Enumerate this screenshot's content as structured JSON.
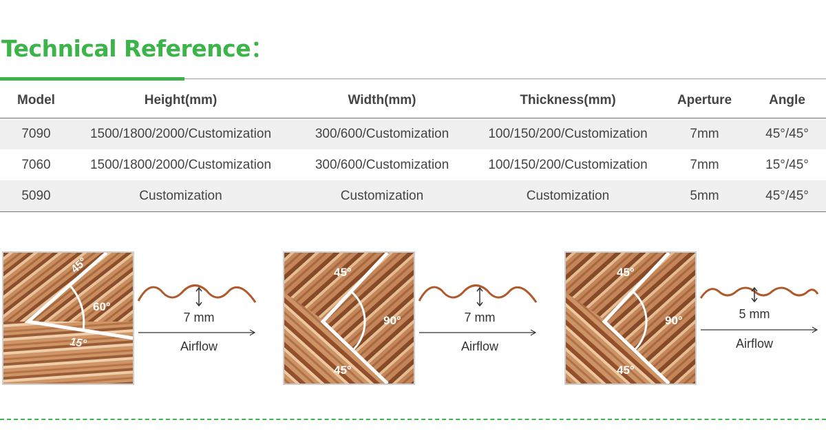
{
  "page": {
    "title": "Technical Reference："
  },
  "table": {
    "headers": [
      "Model",
      "Height(mm)",
      "Width(mm)",
      "Thickness(mm)",
      "Aperture",
      "Angle"
    ],
    "rows": [
      [
        "7090",
        "1500/1800/2000/Customization",
        "300/600/Customization",
        "100/150/200/Customization",
        "7mm",
        "45°/45°"
      ],
      [
        "7060",
        "1500/1800/2000/Customization",
        "300/600/Customization",
        "100/150/200/Customization",
        "7mm",
        "15°/45°"
      ],
      [
        "5090",
        "Customization",
        "Customization",
        "Customization",
        "5mm",
        "45°/45°"
      ]
    ]
  },
  "cards": [
    {
      "angle_top": "45°",
      "angle_mid": "60°",
      "angle_bottom": "15°",
      "pitch": "7 mm",
      "flow": "Airflow"
    },
    {
      "angle_top": "45°",
      "angle_mid": "90°",
      "angle_bottom": "45°",
      "pitch": "7 mm",
      "flow": "Airflow"
    },
    {
      "angle_top": "45°",
      "angle_mid": "90°",
      "angle_bottom": "45°",
      "pitch": "5 mm",
      "flow": "Airflow"
    }
  ],
  "colors": {
    "accent": "#3db44a",
    "wave": "#b0592a",
    "pad_base": "#c4885a"
  }
}
